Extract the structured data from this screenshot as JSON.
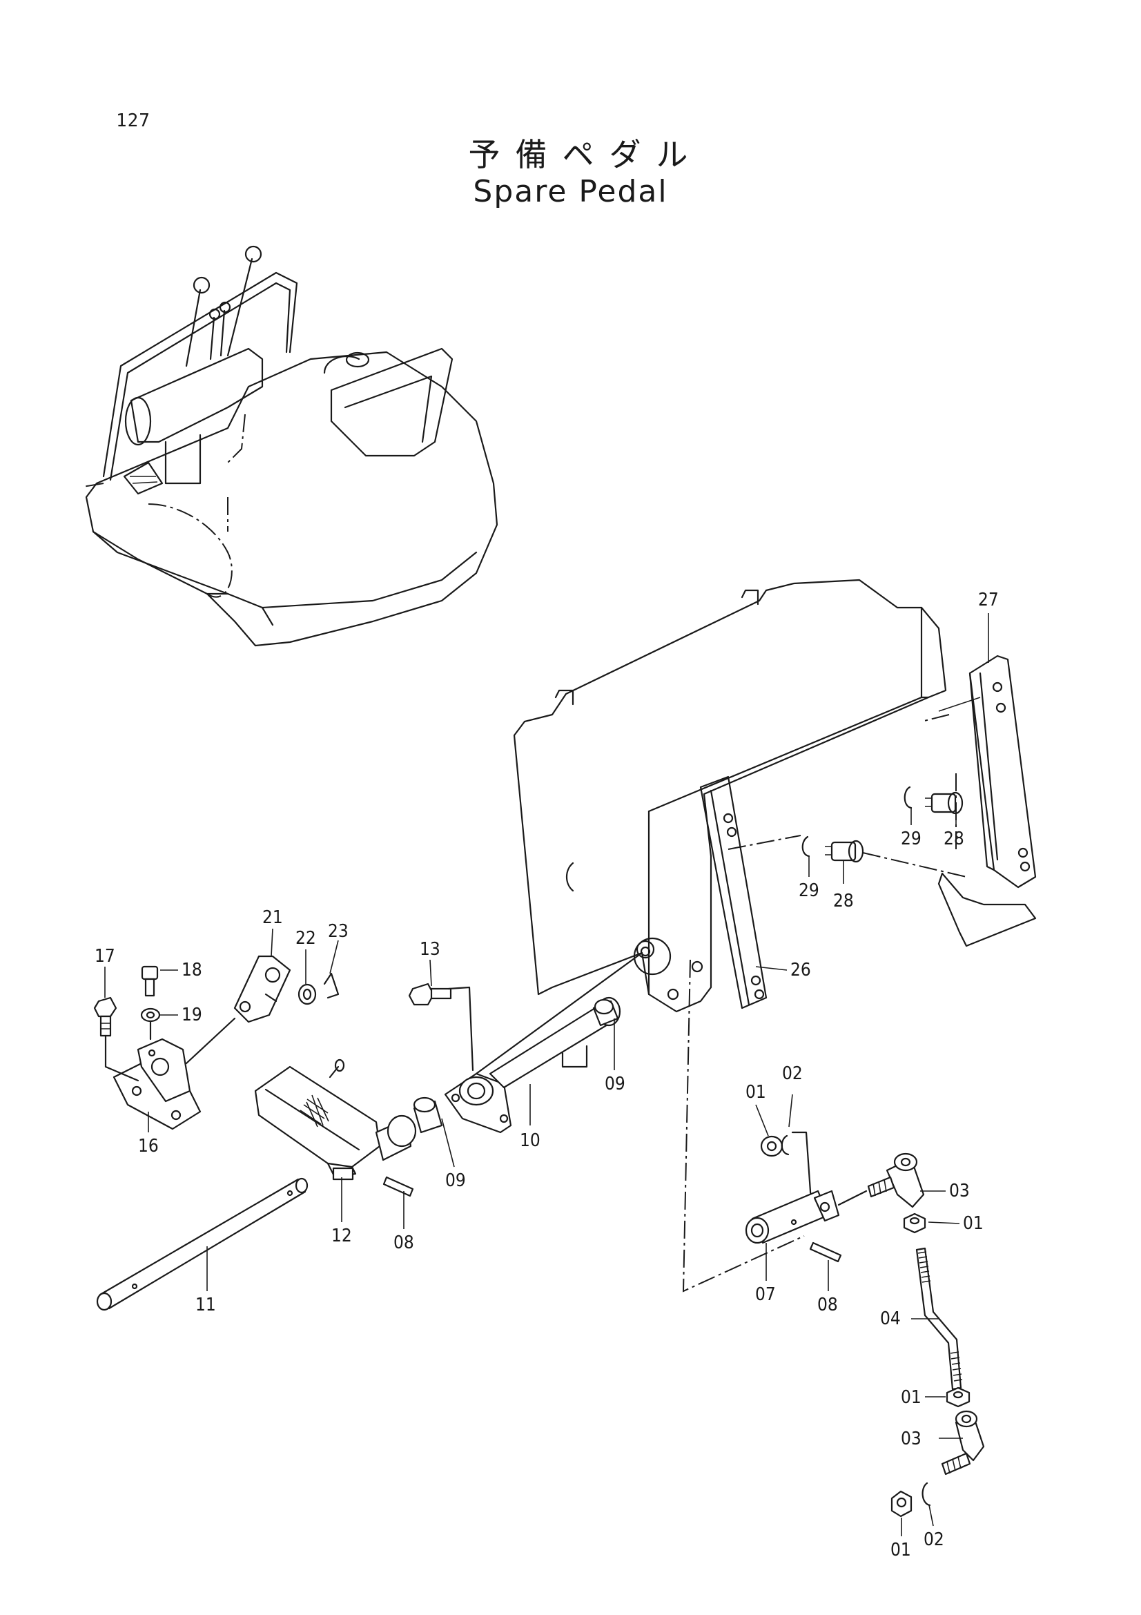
{
  "page": {
    "number": "127"
  },
  "title": {
    "japanese": "予備ペダル",
    "english": "Spare Pedal"
  },
  "callouts": [
    {
      "id": "c27",
      "label": "27"
    },
    {
      "id": "c28a",
      "label": "28"
    },
    {
      "id": "c29a",
      "label": "29"
    },
    {
      "id": "c29b",
      "label": "29"
    },
    {
      "id": "c28b",
      "label": "28"
    },
    {
      "id": "c26",
      "label": "26"
    },
    {
      "id": "c21",
      "label": "21"
    },
    {
      "id": "c22",
      "label": "22"
    },
    {
      "id": "c23",
      "label": "23"
    },
    {
      "id": "c17",
      "label": "17"
    },
    {
      "id": "c18",
      "label": "18"
    },
    {
      "id": "c19",
      "label": "19"
    },
    {
      "id": "c16",
      "label": "16"
    },
    {
      "id": "c13",
      "label": "13"
    },
    {
      "id": "c09a",
      "label": "09"
    },
    {
      "id": "c10",
      "label": "10"
    },
    {
      "id": "c09b",
      "label": "09"
    },
    {
      "id": "c12",
      "label": "12"
    },
    {
      "id": "c08a",
      "label": "08"
    },
    {
      "id": "c11",
      "label": "11"
    },
    {
      "id": "c01a",
      "label": "01"
    },
    {
      "id": "c02a",
      "label": "02"
    },
    {
      "id": "c03a",
      "label": "03"
    },
    {
      "id": "c01b",
      "label": "01"
    },
    {
      "id": "c07",
      "label": "07"
    },
    {
      "id": "c08b",
      "label": "08"
    },
    {
      "id": "c04",
      "label": "04"
    },
    {
      "id": "c01c",
      "label": "01"
    },
    {
      "id": "c03b",
      "label": "03"
    },
    {
      "id": "c01d",
      "label": "01"
    },
    {
      "id": "c02b",
      "label": "02"
    }
  ]
}
